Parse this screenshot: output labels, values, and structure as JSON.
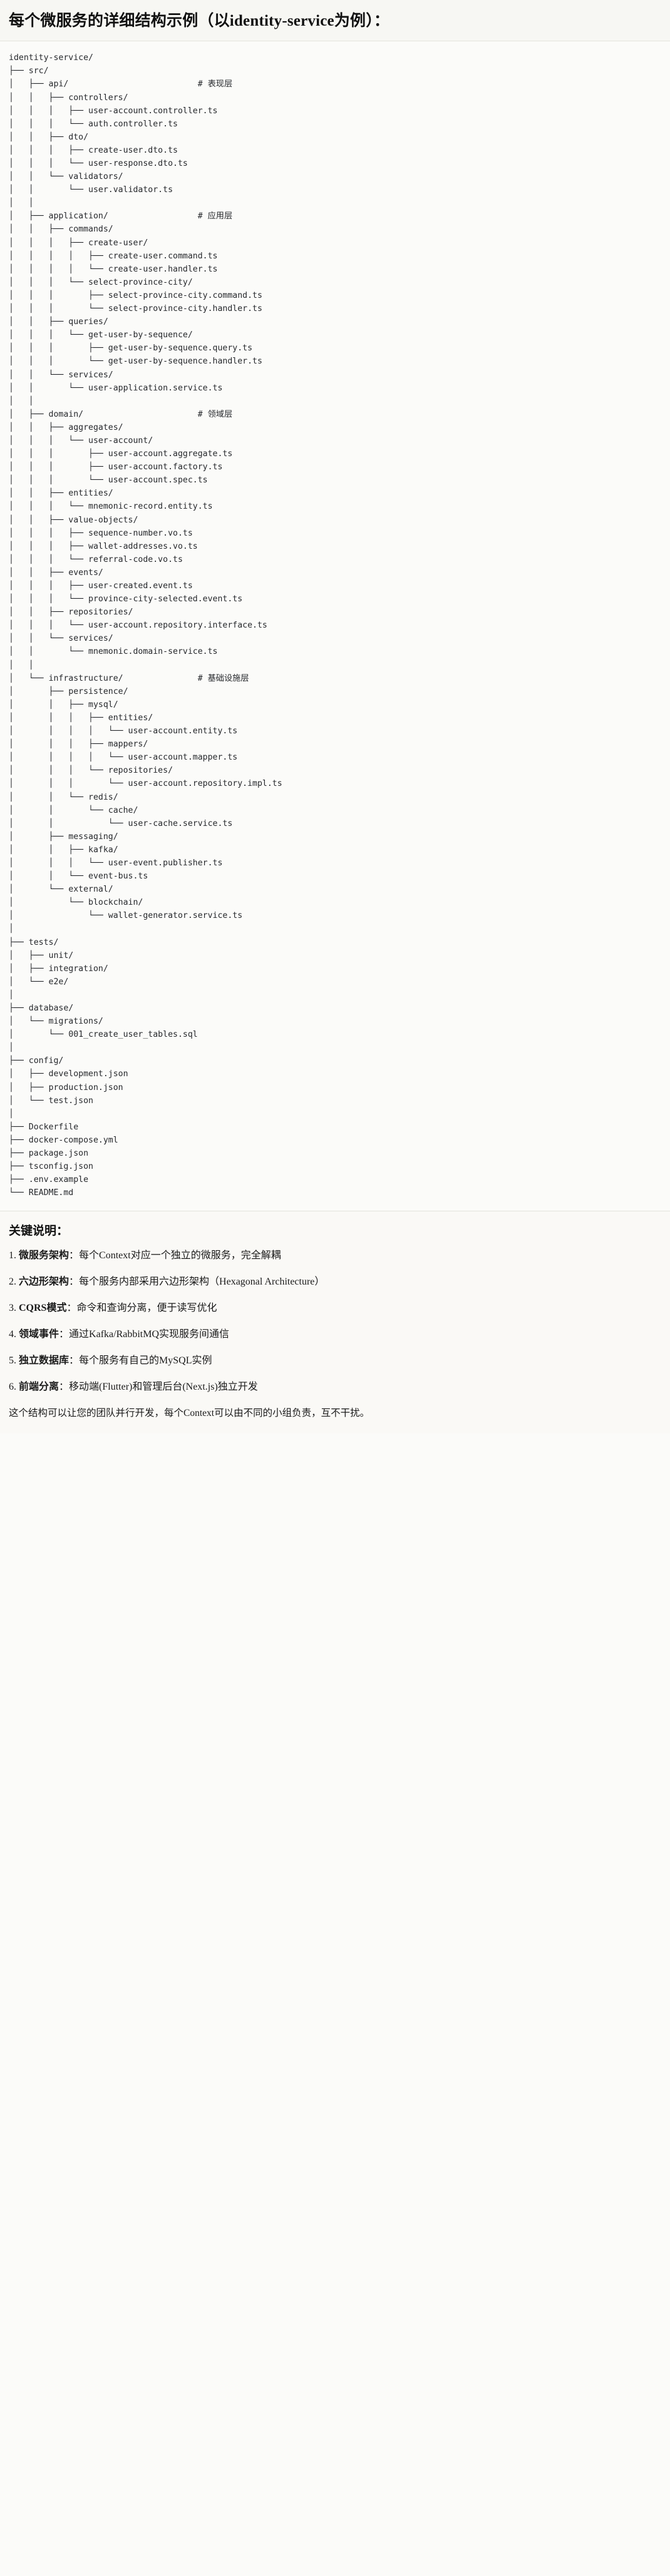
{
  "header": {
    "title": "每个微服务的详细结构示例（以identity-service为例）："
  },
  "tree": {
    "root_label": "identity-service/",
    "lines": [
      "identity-service/",
      "├── src/",
      "│   ├── api/                          # 表现层",
      "│   │   ├── controllers/",
      "│   │   │   ├── user-account.controller.ts",
      "│   │   │   └── auth.controller.ts",
      "│   │   ├── dto/",
      "│   │   │   ├── create-user.dto.ts",
      "│   │   │   └── user-response.dto.ts",
      "│   │   └── validators/",
      "│   │       └── user.validator.ts",
      "│   │",
      "│   ├── application/                  # 应用层",
      "│   │   ├── commands/",
      "│   │   │   ├── create-user/",
      "│   │   │   │   ├── create-user.command.ts",
      "│   │   │   │   └── create-user.handler.ts",
      "│   │   │   └── select-province-city/",
      "│   │   │       ├── select-province-city.command.ts",
      "│   │   │       └── select-province-city.handler.ts",
      "│   │   ├── queries/",
      "│   │   │   └── get-user-by-sequence/",
      "│   │   │       ├── get-user-by-sequence.query.ts",
      "│   │   │       └── get-user-by-sequence.handler.ts",
      "│   │   └── services/",
      "│   │       └── user-application.service.ts",
      "│   │",
      "│   ├── domain/                       # 领域层",
      "│   │   ├── aggregates/",
      "│   │   │   └── user-account/",
      "│   │   │       ├── user-account.aggregate.ts",
      "│   │   │       ├── user-account.factory.ts",
      "│   │   │       └── user-account.spec.ts",
      "│   │   ├── entities/",
      "│   │   │   └── mnemonic-record.entity.ts",
      "│   │   ├── value-objects/",
      "│   │   │   ├── sequence-number.vo.ts",
      "│   │   │   ├── wallet-addresses.vo.ts",
      "│   │   │   └── referral-code.vo.ts",
      "│   │   ├── events/",
      "│   │   │   ├── user-created.event.ts",
      "│   │   │   └── province-city-selected.event.ts",
      "│   │   ├── repositories/",
      "│   │   │   └── user-account.repository.interface.ts",
      "│   │   └── services/",
      "│   │       └── mnemonic.domain-service.ts",
      "│   │",
      "│   └── infrastructure/               # 基础设施层",
      "│       ├── persistence/",
      "│       │   ├── mysql/",
      "│       │   │   ├── entities/",
      "│       │   │   │   └── user-account.entity.ts",
      "│       │   │   ├── mappers/",
      "│       │   │   │   └── user-account.mapper.ts",
      "│       │   │   └── repositories/",
      "│       │   │       └── user-account.repository.impl.ts",
      "│       │   └── redis/",
      "│       │       └── cache/",
      "│       │           └── user-cache.service.ts",
      "│       ├── messaging/",
      "│       │   ├── kafka/",
      "│       │   │   └── user-event.publisher.ts",
      "│       │   └── event-bus.ts",
      "│       └── external/",
      "│           └── blockchain/",
      "│               └── wallet-generator.service.ts",
      "│",
      "├── tests/",
      "│   ├── unit/",
      "│   ├── integration/",
      "│   └── e2e/",
      "│",
      "├── database/",
      "│   └── migrations/",
      "│       └── 001_create_user_tables.sql",
      "│",
      "├── config/",
      "│   ├── development.json",
      "│   ├── production.json",
      "│   └── test.json",
      "│",
      "├── Dockerfile",
      "├── docker-compose.yml",
      "├── package.json",
      "├── tsconfig.json",
      "├── .env.example",
      "└── README.md"
    ],
    "layer_comments": [
      "# 表现层",
      "# 应用层",
      "# 领域层",
      "# 基础设施层"
    ]
  },
  "notes": {
    "heading": "关键说明：",
    "items": [
      {
        "term": "微服务架构",
        "sep": "：",
        "desc": "每个Context对应一个独立的微服务，完全解耦"
      },
      {
        "term": "六边形架构",
        "sep": "：",
        "desc": "每个服务内部采用六边形架构（Hexagonal Architecture）"
      },
      {
        "term": "CQRS模式",
        "sep": "：",
        "desc": "命令和查询分离，便于读写优化"
      },
      {
        "term": "领域事件",
        "sep": "：",
        "desc": "通过Kafka/RabbitMQ实现服务间通信"
      },
      {
        "term": "独立数据库",
        "sep": "：",
        "desc": "每个服务有自己的MySQL实例"
      },
      {
        "term": "前端分离",
        "sep": "：",
        "desc": "移动端(Flutter)和管理后台(Next.js)独立开发"
      }
    ],
    "closing": "这个结构可以让您的团队并行开发，每个Context可以由不同的小组负责，互不干扰。"
  }
}
